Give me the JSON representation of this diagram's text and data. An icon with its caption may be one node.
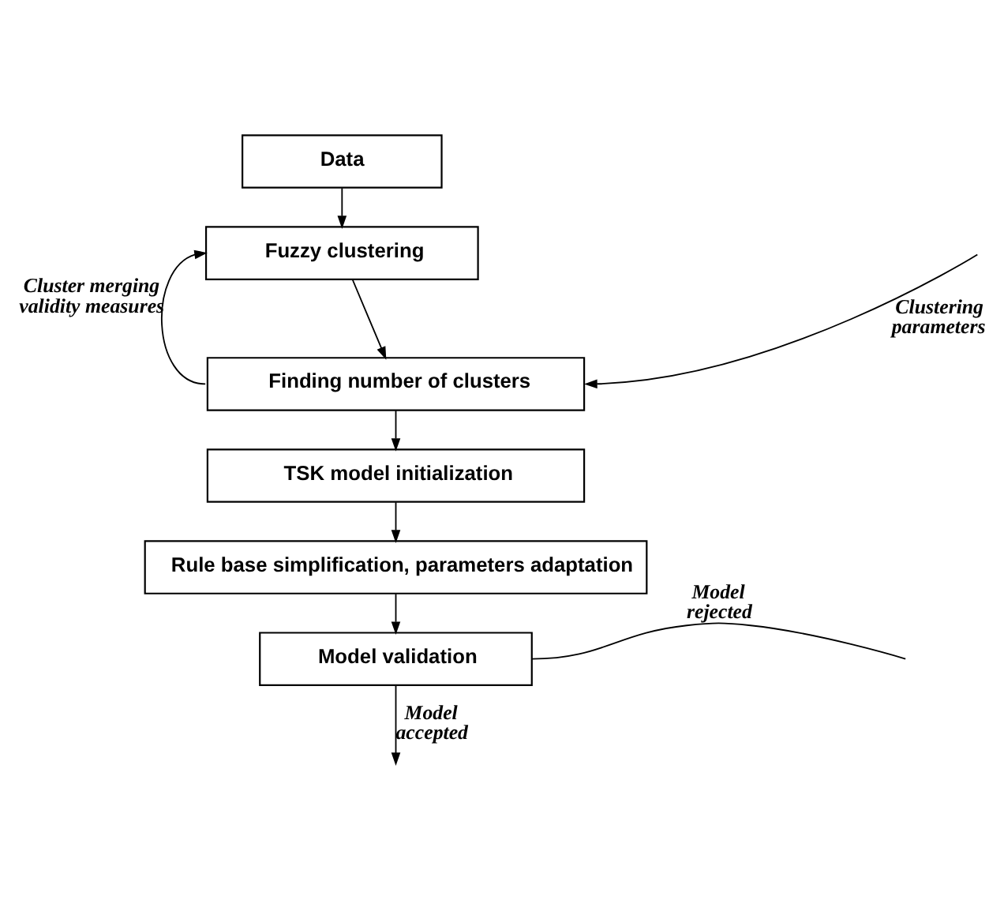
{
  "diagram": {
    "nodes": [
      {
        "text": [
          "Data"
        ]
      },
      {
        "text": [
          "Fuzzy clustering"
        ]
      },
      {
        "text": [
          "Finding number of clusters"
        ]
      },
      {
        "text": [
          "TSK model initialization"
        ]
      },
      {
        "text": [
          "Rule base simplification, parameters adaptation"
        ]
      },
      {
        "text": [
          "Model validation"
        ]
      }
    ],
    "edges": [
      {
        "from": 0,
        "to": 1,
        "arrow": "to"
      },
      {
        "from": 1,
        "to": 2,
        "arrow": "to"
      },
      {
        "from": 2,
        "to": 1,
        "arrow": "to",
        "label": "Cluster merging validity measures"
      },
      {
        "from": null,
        "to": 2,
        "arrow": "to",
        "label": "Clustering parameters"
      },
      {
        "from": 2,
        "to": 3,
        "arrow": "to"
      },
      {
        "from": 3,
        "to": 4,
        "arrow": "to"
      },
      {
        "from": 4,
        "to": 5,
        "arrow": "to"
      },
      {
        "from": 5,
        "to": null,
        "arrow": "none",
        "label": "Model rejected"
      },
      {
        "from": 5,
        "to": null,
        "arrow": "to",
        "label": "Model accepted"
      }
    ]
  }
}
